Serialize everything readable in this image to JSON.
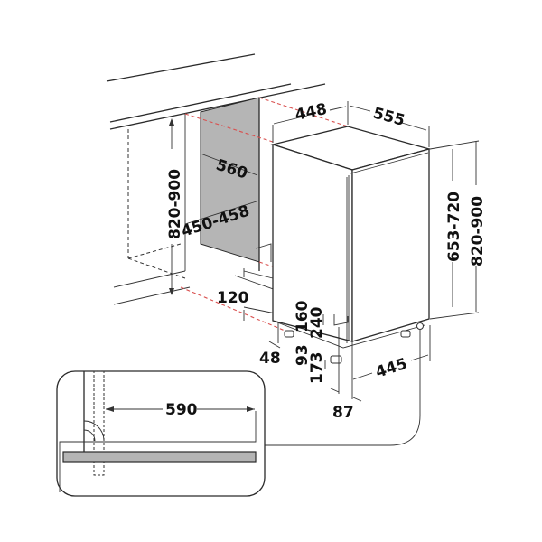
{
  "diagram": {
    "subject": "Built-in slimline dishwasher installation dimensions",
    "colors": {
      "line": "#2a2a2a",
      "red_guide": "#d9504f",
      "panel_gray": "#b5b5b5"
    },
    "labels": {
      "niche_depth": "448",
      "appliance_depth": "555",
      "niche_inner_depth": "560",
      "niche_width": "450-458",
      "niche_height": "820-900",
      "plinth_height": "120",
      "foot_offset": "48",
      "door_height_range": "653-720",
      "appliance_height_range": "820-900",
      "inlet_height_160": "160",
      "inlet_height_240": "240",
      "foot_93": "93",
      "foot_173": "173",
      "appliance_width": "445",
      "side_offset": "87",
      "door_opening_clearance": "590"
    }
  }
}
